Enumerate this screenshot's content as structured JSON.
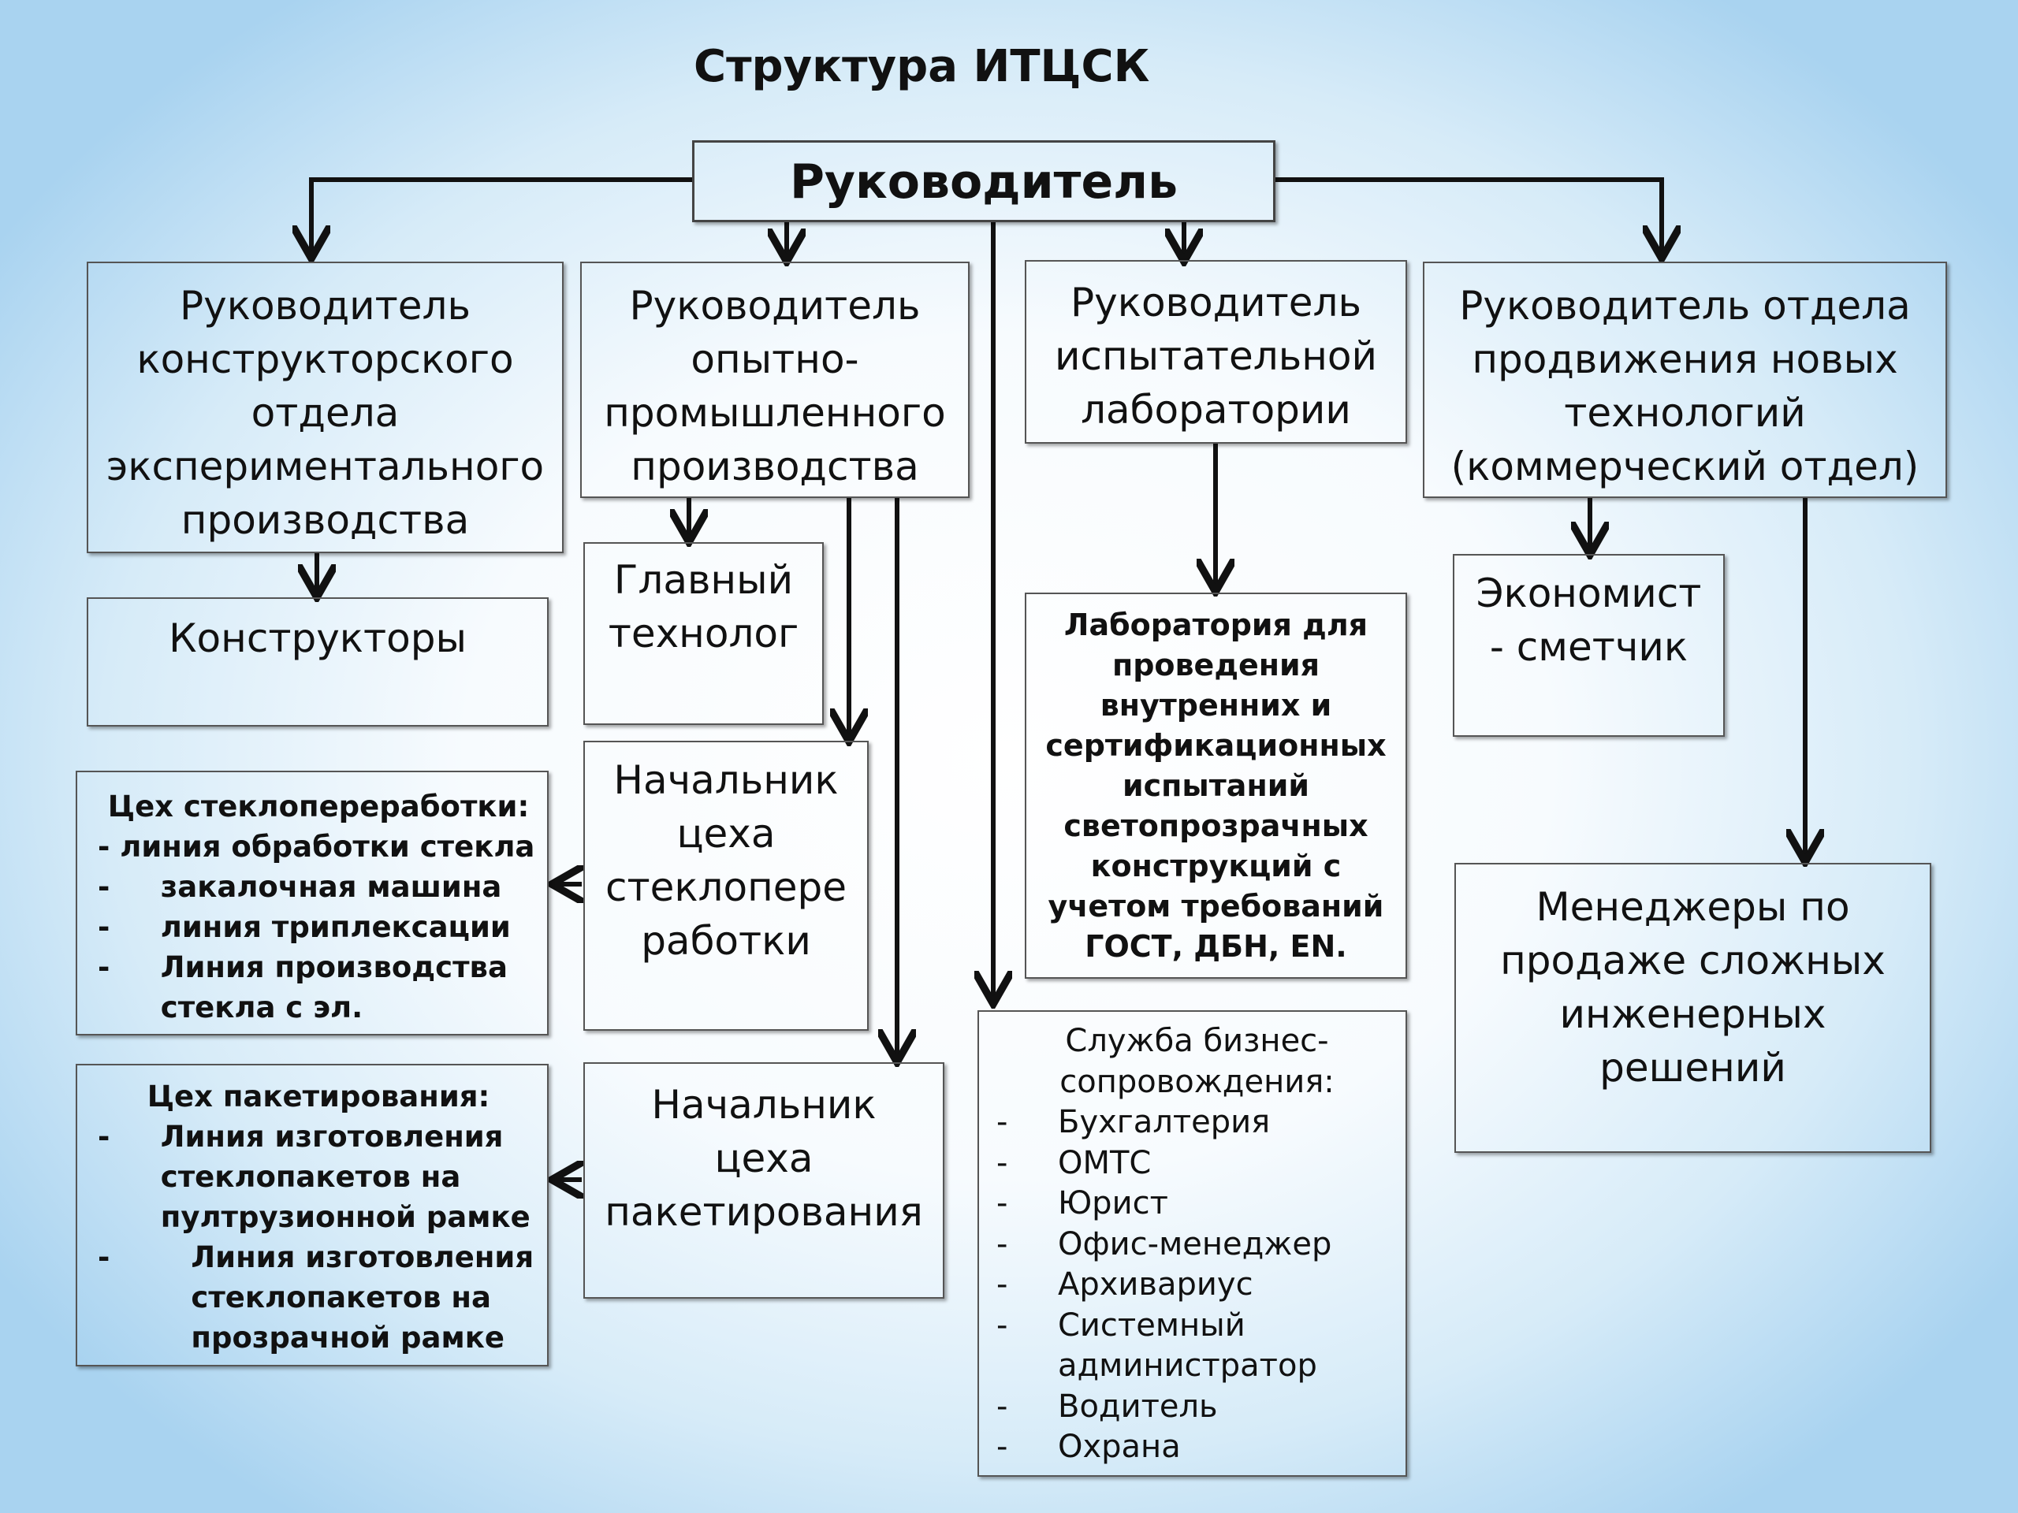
{
  "title": "Структура ИТЦСК",
  "head": "Руководитель  ИТЦСК",
  "dept_design": "Руководитель\nконструкторского\nотдела\nэкспериментального\nпроизводства",
  "dept_pilot": "Руководитель\nопытно-\nпромышленного\nпроизводства",
  "dept_lab": "Руководитель\nиспытательной\nлаборатории",
  "dept_marketing": "Руководитель  отдела\nпродвижения новых\nтехнологий\n(коммерческий отдел)",
  "designers": "Конструкторы",
  "chief_technologist": "Главный\nтехнолог",
  "glass_processing_head": "Начальник\nцеха\nстеклопере\nработки",
  "packaging_head": "Начальник\nцеха\nпакетирования",
  "glass_workshop": {
    "heading": "Цех стеклопереработки:",
    "items": [
      {
        "dash": "- ",
        "text": "линия обработки стекла"
      },
      {
        "dash": "-     ",
        "text": "закалочная машина"
      },
      {
        "dash": "-     ",
        "text": "линия триплексации"
      },
      {
        "dash": "-     ",
        "text": "Линия производства\nстекла с  эл. обогревом"
      }
    ]
  },
  "packaging_workshop": {
    "heading": "Цех пакетирования:",
    "items": [
      {
        "dash": "-     ",
        "text": "Линия изготовления\nстеклопакетов на\nпултрузионной рамке"
      },
      {
        "dash": "-        ",
        "text": "Линия  изготовления\nстеклопакетов на\nпрозрачной рамке"
      }
    ]
  },
  "laboratory": "Лаборатория для\nпроведения\nвнутренних и\nсертификационных\nиспытаний\nсветопрозрачных\nконструкций  с\nучетом требований\nГОСТ, ДБН, EN.",
  "business_service": {
    "heading": "Служба  бизнес-\nсопровождения:",
    "items": [
      "Бухгалтерия",
      "ОМТС",
      "Юрист",
      "Офис-менеджер",
      "Архивариус",
      "Системный\nадминистратор",
      "Водитель",
      "Охрана"
    ],
    "dash": "-"
  },
  "economist": "Экономист\n- сметчик",
  "managers": "Менеджеры по\nпродаже сложных\nинженерных\nрешений"
}
